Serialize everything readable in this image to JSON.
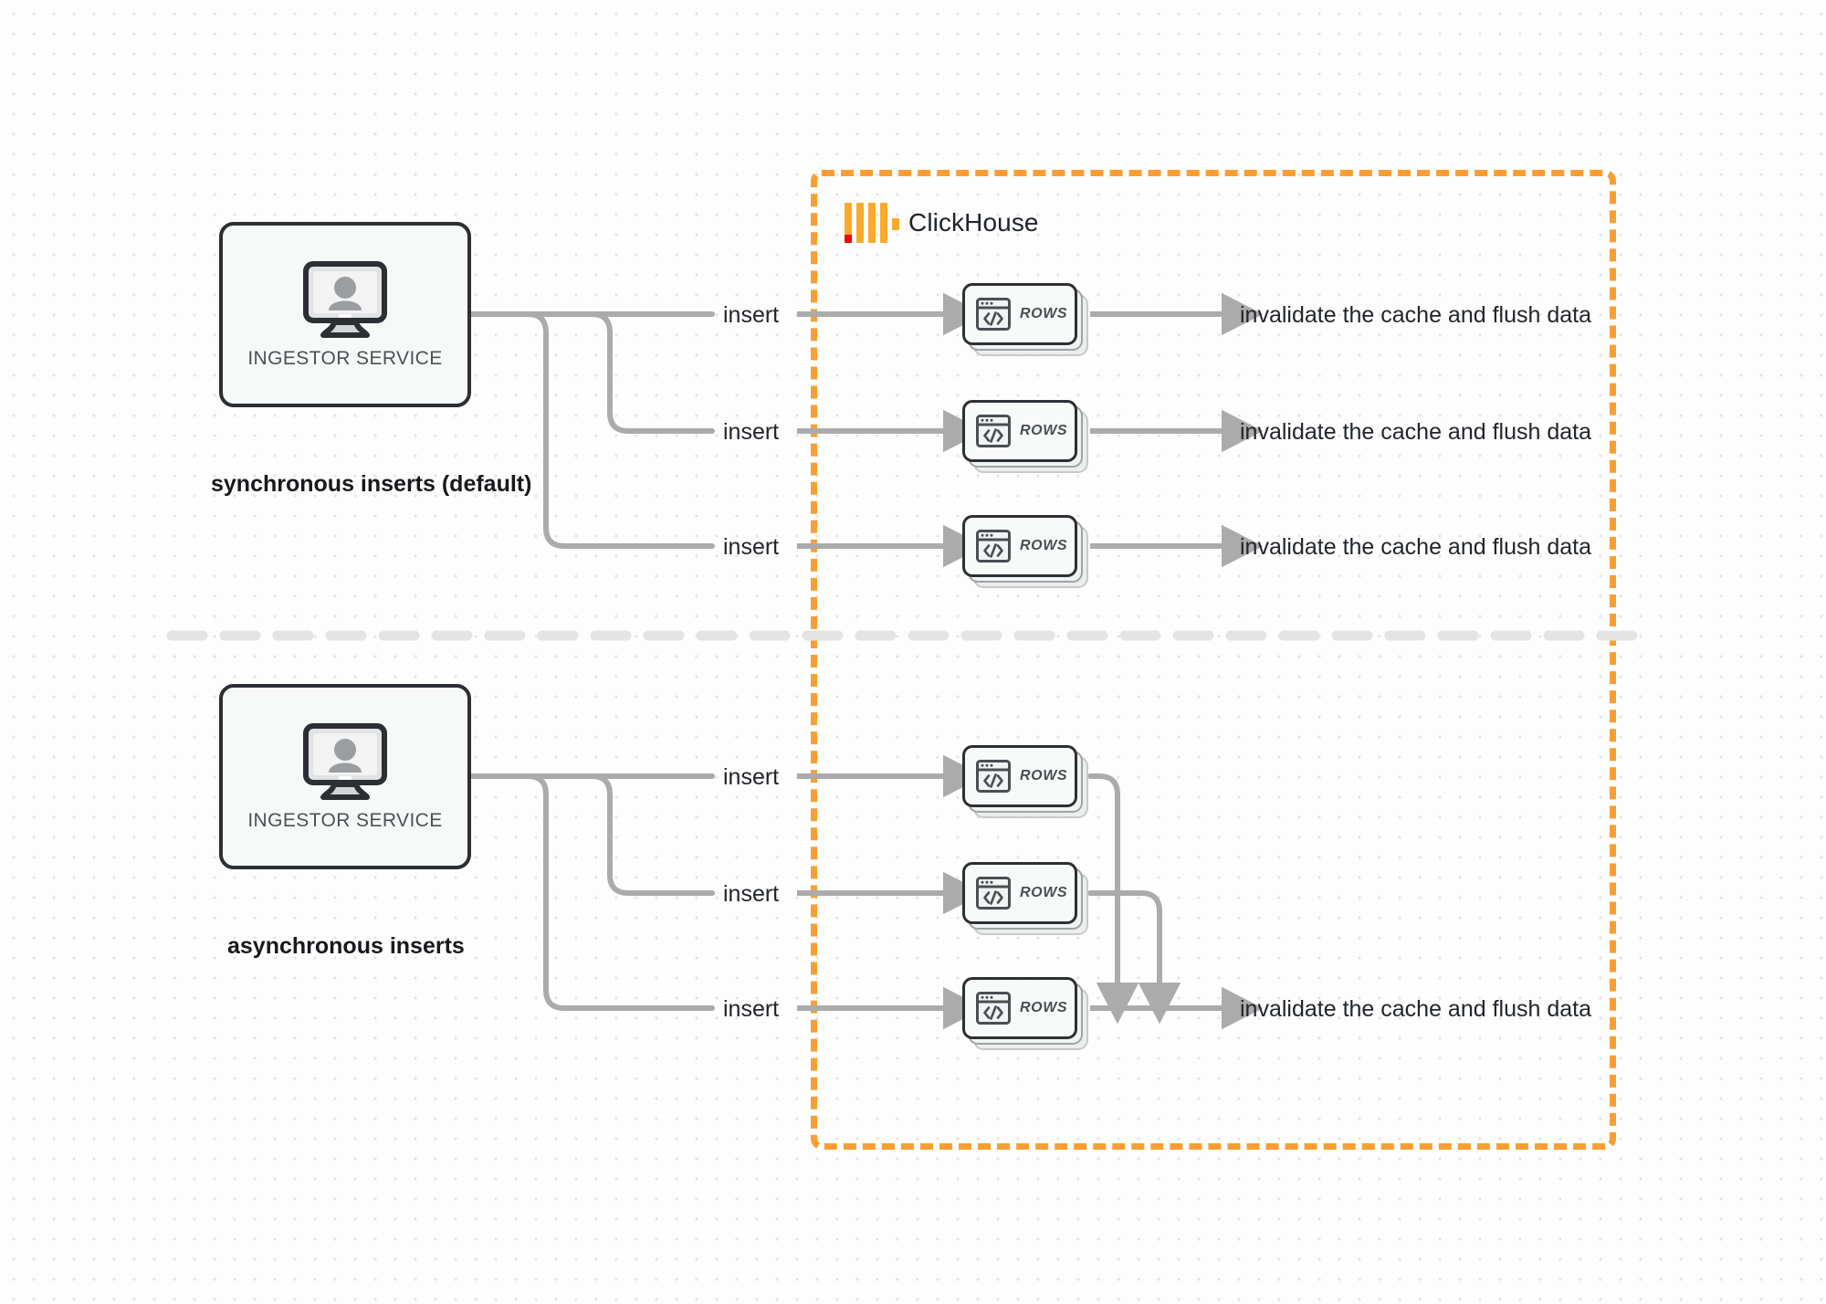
{
  "diagram": {
    "title": "ClickHouse synchronous vs asynchronous inserts",
    "colors": {
      "clickhouse_orange": "#FA9E34",
      "logo_orange": "#FAAA2B",
      "logo_red": "#F30707",
      "wire_gray": "#ABABAB",
      "node_border": "#2c2f33",
      "divider_gray": "#E3E3E3",
      "background": "#fdfdfd",
      "dot_grid": "#e6e4e4"
    }
  },
  "clickhouse_region": {
    "logo_name": "clickhouse-logo-icon",
    "label": "ClickHouse"
  },
  "sections": [
    {
      "id": "synchronous",
      "caption": "synchronous inserts (default)",
      "ingestor": {
        "label": "INGESTOR SERVICE",
        "icon": "monitor-user-icon"
      },
      "flows": [
        {
          "insert_label": "insert",
          "node": {
            "label": "ROWS",
            "icon": "code-window-icon"
          },
          "output_label": "invalidate the cache and flush data"
        },
        {
          "insert_label": "insert",
          "node": {
            "label": "ROWS",
            "icon": "code-window-icon"
          },
          "output_label": "invalidate the cache and flush data"
        },
        {
          "insert_label": "insert",
          "node": {
            "label": "ROWS",
            "icon": "code-window-icon"
          },
          "output_label": "invalidate the cache and flush data"
        }
      ]
    },
    {
      "id": "asynchronous",
      "caption": "asynchronous inserts",
      "ingestor": {
        "label": "INGESTOR SERVICE",
        "icon": "monitor-user-icon"
      },
      "flows": [
        {
          "insert_label": "insert",
          "node": {
            "label": "ROWS",
            "icon": "code-window-icon"
          },
          "output_label": null
        },
        {
          "insert_label": "insert",
          "node": {
            "label": "ROWS",
            "icon": "code-window-icon"
          },
          "output_label": null
        },
        {
          "insert_label": "insert",
          "node": {
            "label": "ROWS",
            "icon": "code-window-icon"
          },
          "output_label": "invalidate the cache and flush data"
        }
      ]
    }
  ]
}
